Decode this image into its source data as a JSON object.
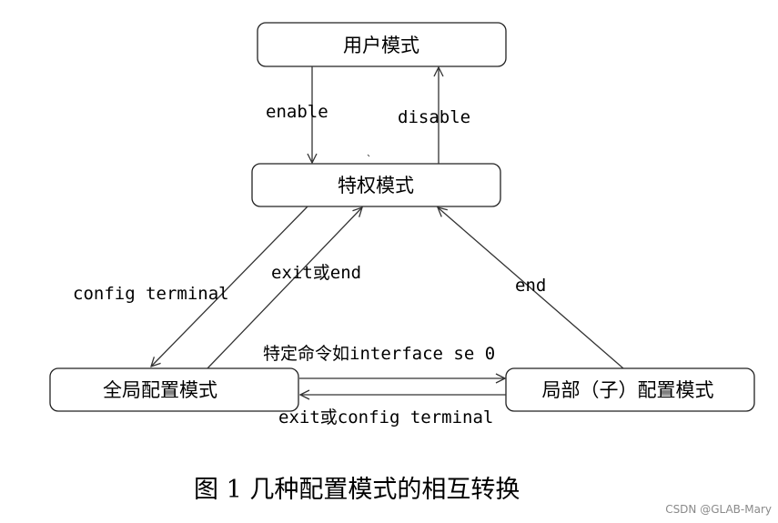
{
  "diagram": {
    "nodes": {
      "user_mode": "用户模式",
      "privileged_mode": "特权模式",
      "global_config_mode": "全局配置模式",
      "local_config_mode": "局部（子）配置模式"
    },
    "edges": {
      "enable": "enable",
      "disable": "disable",
      "config_terminal": "config terminal",
      "exit_or_end": "exit或end",
      "end": "end",
      "specific_command": "特定命令如interface se 0",
      "exit_or_config_terminal": "exit或config terminal"
    }
  },
  "caption": "图 1  几种配置模式的相互转换",
  "watermark": "CSDN @GLAB-Mary"
}
